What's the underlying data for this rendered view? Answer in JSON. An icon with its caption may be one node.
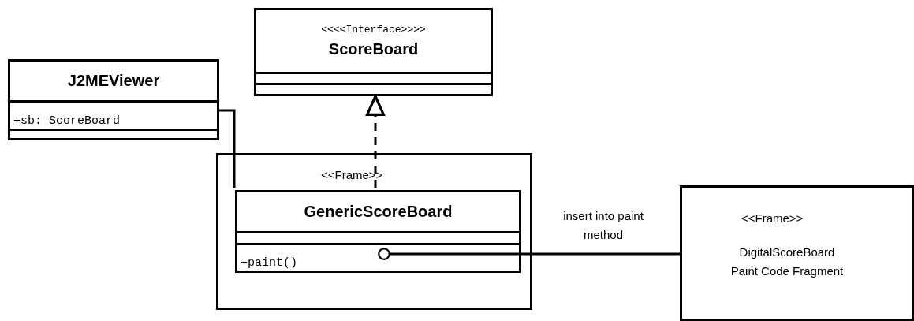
{
  "diagram": {
    "nodes": [
      {
        "text": [
          "<<<<Interface>>>>",
          "ScoreBoard"
        ]
      },
      {
        "text": [
          "J2MEViewer",
          "+sb: ScoreBoard"
        ]
      },
      {
        "text": [
          "<<Frame>>"
        ]
      },
      {
        "text": [
          "GenericScoreBoard",
          "+paint()"
        ],
        "in": 2
      },
      {
        "text": [
          "<<Frame>>",
          "DigitalScoreBoard Paint Code Fragment"
        ]
      }
    ],
    "edges": [
      {
        "from": 3,
        "to": 0,
        "arrow": "to",
        "style": "dashed"
      },
      {
        "from": 1,
        "to": 3,
        "arrow": "none"
      },
      {
        "from": 4,
        "to": 3,
        "arrow": "other",
        "label": "insert into paint method"
      }
    ]
  }
}
